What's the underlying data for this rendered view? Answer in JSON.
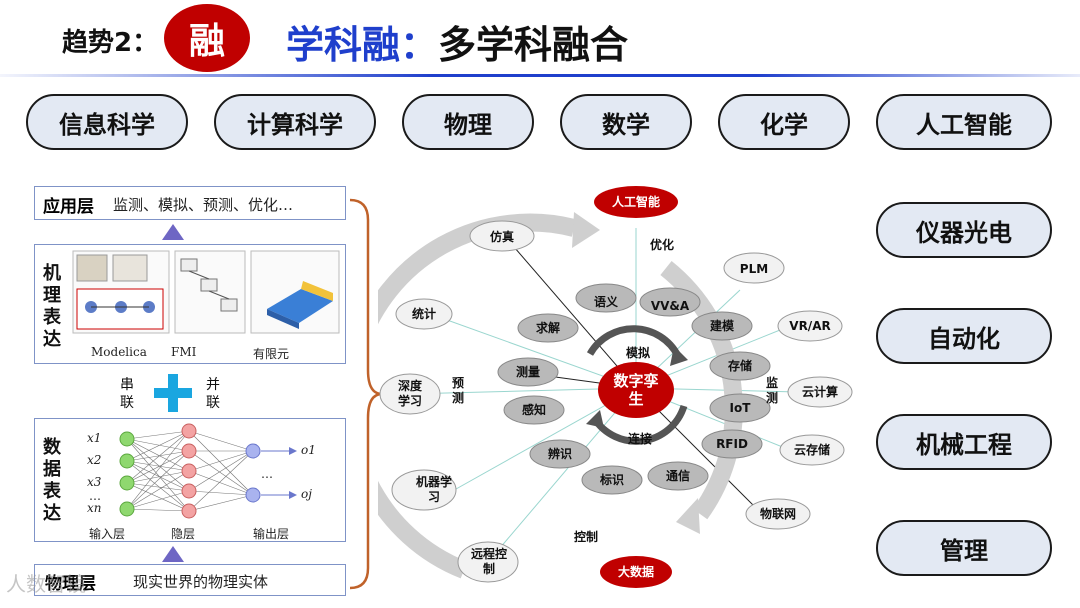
{
  "header": {
    "prefix": "趋势2：",
    "badge": "融",
    "title_blue": "学科融：",
    "title_dark": "多学科融合"
  },
  "disciplines": [
    "信息科学",
    "计算科学",
    "物理",
    "数学",
    "化学",
    "人工智能"
  ],
  "right_disciplines": [
    "仪器光电",
    "自动化",
    "机械工程",
    "管理"
  ],
  "left_panel": {
    "app_layer_label": "应用层",
    "app_layer_text": "监测、模拟、预测、优化…",
    "mech_label": "机理表达",
    "mech_captions": [
      "Modelica",
      "FMI",
      "有限元"
    ],
    "series_label": "串联",
    "parallel_label": "并联",
    "data_label": "数据表达",
    "nn_inputs": [
      "x1",
      "x2",
      "x3",
      "…",
      "xn"
    ],
    "nn_outputs": [
      "o1",
      "…",
      "oj"
    ],
    "nn_captions": [
      "输入层",
      "隐层",
      "输出层"
    ],
    "phys_layer_label": "物理层",
    "phys_layer_text": "现实世界的物理实体"
  },
  "diagram": {
    "center": "数字孪生",
    "top_node": "人工智能",
    "bottom_node": "大数据",
    "phases": {
      "top": "优化",
      "right": "监测",
      "bottom": "控制",
      "left": "预测"
    },
    "inner_labels": {
      "top": "模拟",
      "bottom": "连接"
    },
    "inner_nodes": [
      "语义",
      "VV&A",
      "建模",
      "存储",
      "IoT",
      "RFID",
      "通信",
      "标识",
      "辨识",
      "感知",
      "测量",
      "求解"
    ],
    "outer_nodes": [
      "仿真",
      "PLM",
      "VR/AR",
      "云计算",
      "云存储",
      "物联网",
      "远程控制",
      "机器学习",
      "深度学习",
      "统计"
    ]
  },
  "watermark": "人数智镜"
}
